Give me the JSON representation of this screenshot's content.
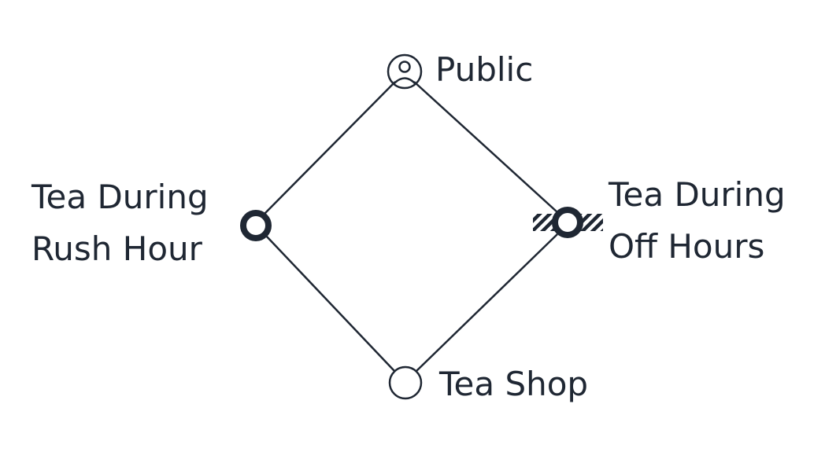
{
  "diagram": {
    "colors": {
      "ink": "#1f2733",
      "background": "#ffffff"
    },
    "nodes": {
      "public": {
        "label": "Public",
        "icon": "user-circle-icon"
      },
      "rush_hour": {
        "label_lines": [
          "Tea During",
          "Rush Hour"
        ],
        "style": "bold-ring"
      },
      "off_hours": {
        "label_lines": [
          "Tea During",
          "Off Hours"
        ],
        "style": "bold-ring-hatched"
      },
      "tea_shop": {
        "label": "Tea Shop",
        "style": "thin-ring"
      }
    },
    "edges": [
      {
        "from": "public",
        "to": "rush_hour"
      },
      {
        "from": "public",
        "to": "off_hours"
      },
      {
        "from": "rush_hour",
        "to": "tea_shop"
      },
      {
        "from": "off_hours",
        "to": "tea_shop"
      }
    ]
  }
}
